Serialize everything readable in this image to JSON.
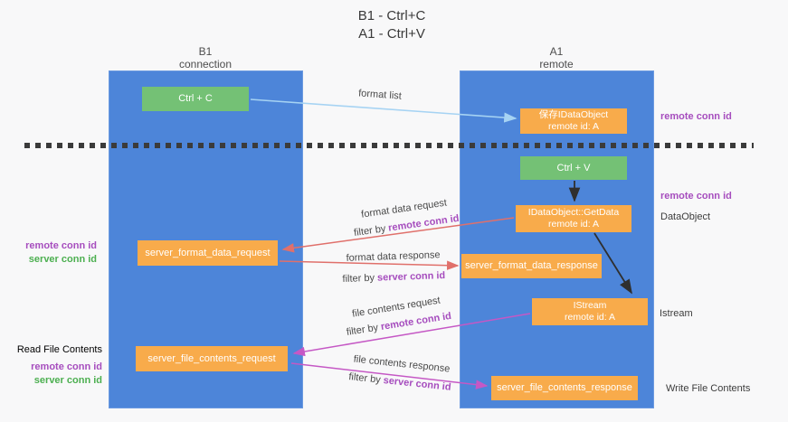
{
  "title": {
    "line1": "B1 - Ctrl+C",
    "line2": "A1 - Ctrl+V"
  },
  "columns": {
    "left": {
      "name": "B1",
      "subtitle": "connection"
    },
    "right": {
      "name": "A1",
      "subtitle": "remote"
    }
  },
  "nodes": {
    "ctrl_c": "Ctrl + C",
    "save_idataobject": {
      "line1": "保存IDataObject",
      "line2": "remote id: A"
    },
    "ctrl_v": "Ctrl + V",
    "getdata": {
      "line1": "IDataObject::GetData",
      "line2": "remote id: A"
    },
    "format_request": "server_format_data_request",
    "format_response": "server_format_data_response",
    "istream": {
      "line1": "IStream",
      "line2": "remote id: A"
    },
    "file_request": "server_file_contents_request",
    "file_response": "server_file_contents_response"
  },
  "arrow_labels": {
    "format_list": "format list",
    "format_data_request": "format data request",
    "format_data_response": "format data response",
    "file_contents_request": "file contents request",
    "file_contents_response": "file contents response",
    "filter_by": "filter by",
    "remote_conn_id": "remote conn id",
    "server_conn_id": "server conn id"
  },
  "side_labels": {
    "remote_conn_id_top": "remote conn id",
    "remote_conn_id_mid": "remote conn id",
    "dataobject": "DataObject",
    "istream": "Istream",
    "write_file_contents": "Write File Contents",
    "left_remote_conn_id": "remote conn id",
    "left_server_conn_id": "server conn id",
    "read_file_contents": "Read File Contents",
    "read_remote_conn_id": "remote conn id",
    "read_server_conn_id": "server conn id"
  },
  "colors": {
    "lane_blue": "#4d85d9",
    "box_orange": "#f8ab4b",
    "box_green": "#74c175",
    "purple_text": "#a64dbe",
    "green_text": "#4caf50",
    "arrow_red": "#e0706b",
    "arrow_magenta": "#c558c5",
    "arrow_lightblue": "#a6d3f3",
    "arrow_black": "#2f2f2f",
    "background": "#f8f8f9"
  }
}
